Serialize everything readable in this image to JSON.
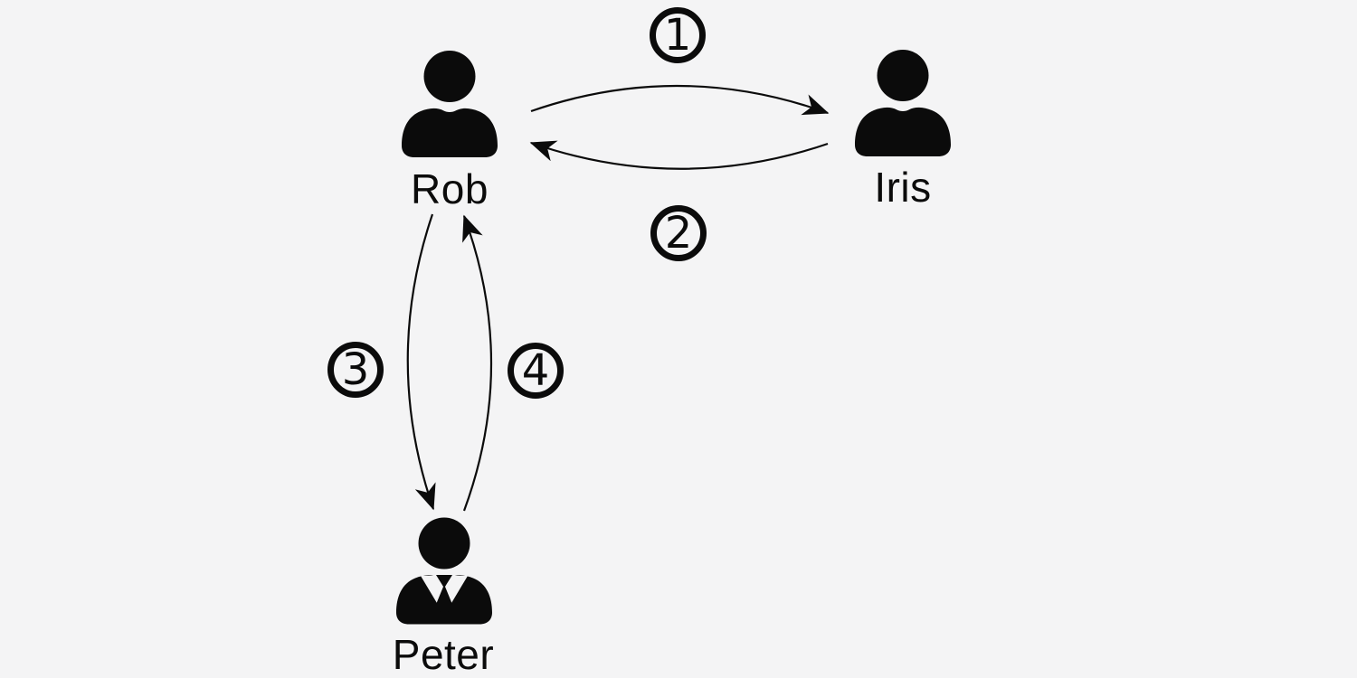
{
  "diagram": {
    "background_color": "#f4f4f5",
    "ink_color": "#0b0b0b",
    "nodes": [
      {
        "id": "rob",
        "label": "Rob",
        "icon": "person-icon"
      },
      {
        "id": "iris",
        "label": "Iris",
        "icon": "person-icon"
      },
      {
        "id": "peter",
        "label": "Peter",
        "icon": "person-suit-icon"
      }
    ],
    "edges": [
      {
        "order": "1",
        "from": "Rob",
        "to": "Iris"
      },
      {
        "order": "2",
        "from": "Iris",
        "to": "Rob"
      },
      {
        "order": "3",
        "from": "Rob",
        "to": "Peter"
      },
      {
        "order": "4",
        "from": "Peter",
        "to": "Rob"
      }
    ]
  }
}
